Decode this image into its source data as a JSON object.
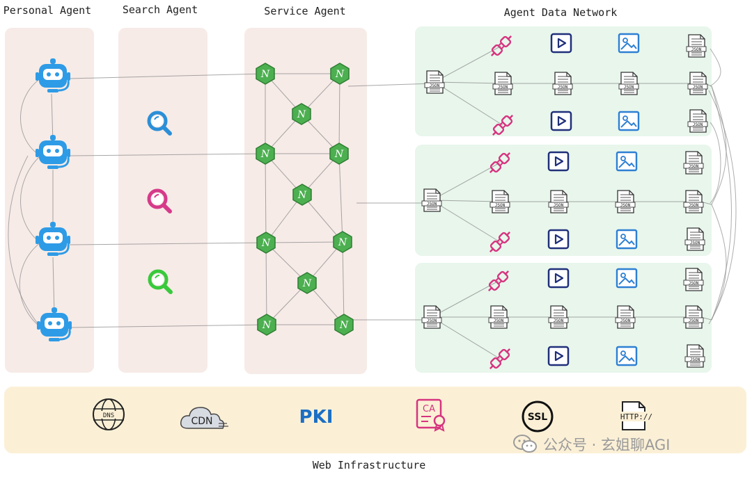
{
  "columns": {
    "personal": "Personal Agent",
    "search": "Search Agent",
    "service": "Service Agent",
    "network": "Agent Data Network"
  },
  "json_tag": "JSON",
  "infrastructure": {
    "title": "Web Infrastructure",
    "items": [
      {
        "name": "dns",
        "label": "DNS"
      },
      {
        "name": "cdn",
        "label": "CDN"
      },
      {
        "name": "pki",
        "label": "PKI"
      },
      {
        "name": "ca",
        "label": "CA"
      },
      {
        "name": "ssl",
        "label": "SSL"
      },
      {
        "name": "http",
        "label": "HTTP://"
      }
    ]
  },
  "search_icon_colors": [
    "#2b8fd8",
    "#d63a8a",
    "#39c93c"
  ],
  "colors": {
    "agent_blue": "#2e9be6",
    "service_green": "#4caf50",
    "plug_pink": "#d6337f",
    "media_navy": "#1f2f7a",
    "image_blue": "#2d7fd3",
    "pki_blue": "#1b6fc4",
    "ca_pink": "#d6337f"
  },
  "node_letter": "N",
  "watermark": "公众号 · 玄姐聊AGI"
}
